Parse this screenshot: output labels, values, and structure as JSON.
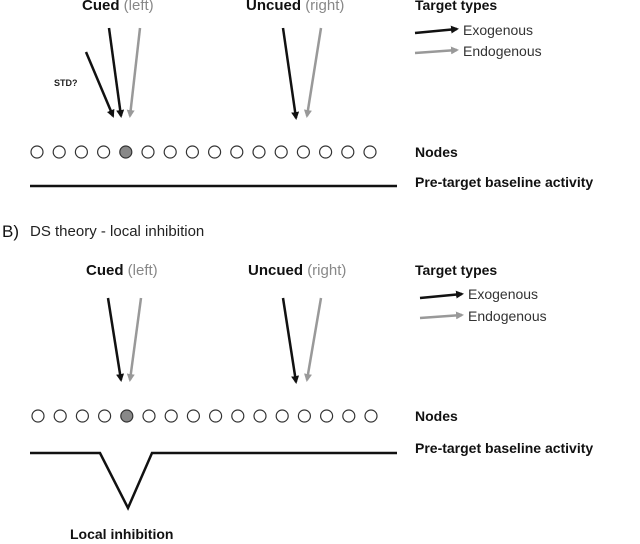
{
  "colors": {
    "black_arrow": "#111111",
    "gray_arrow": "#999999",
    "node_fill": "#888888",
    "node_stroke": "#333333"
  },
  "panel_a": {
    "cued_bold": "Cued",
    "cued_sub": "(left)",
    "uncued_bold": "Uncued",
    "uncued_sub": "(right)",
    "target_types": "Target types",
    "exogenous": "Exogenous",
    "endogenous": "Endogenous",
    "std_label": "STD?",
    "nodes_label": "Nodes",
    "baseline_label": "Pre-target baseline activity",
    "node_count": 16,
    "highlighted_node": 5
  },
  "panel_b": {
    "panel_letter": "B)",
    "title": "DS theory - local inhibition",
    "cued_bold": "Cued",
    "cued_sub": "(left)",
    "uncued_bold": "Uncued",
    "uncued_sub": "(right)",
    "target_types": "Target types",
    "exogenous": "Exogenous",
    "endogenous": "Endogenous",
    "nodes_label": "Nodes",
    "baseline_label": "Pre-target baseline activity",
    "inhibition_label": "Local inhibition",
    "node_count": 16,
    "highlighted_node": 5
  }
}
